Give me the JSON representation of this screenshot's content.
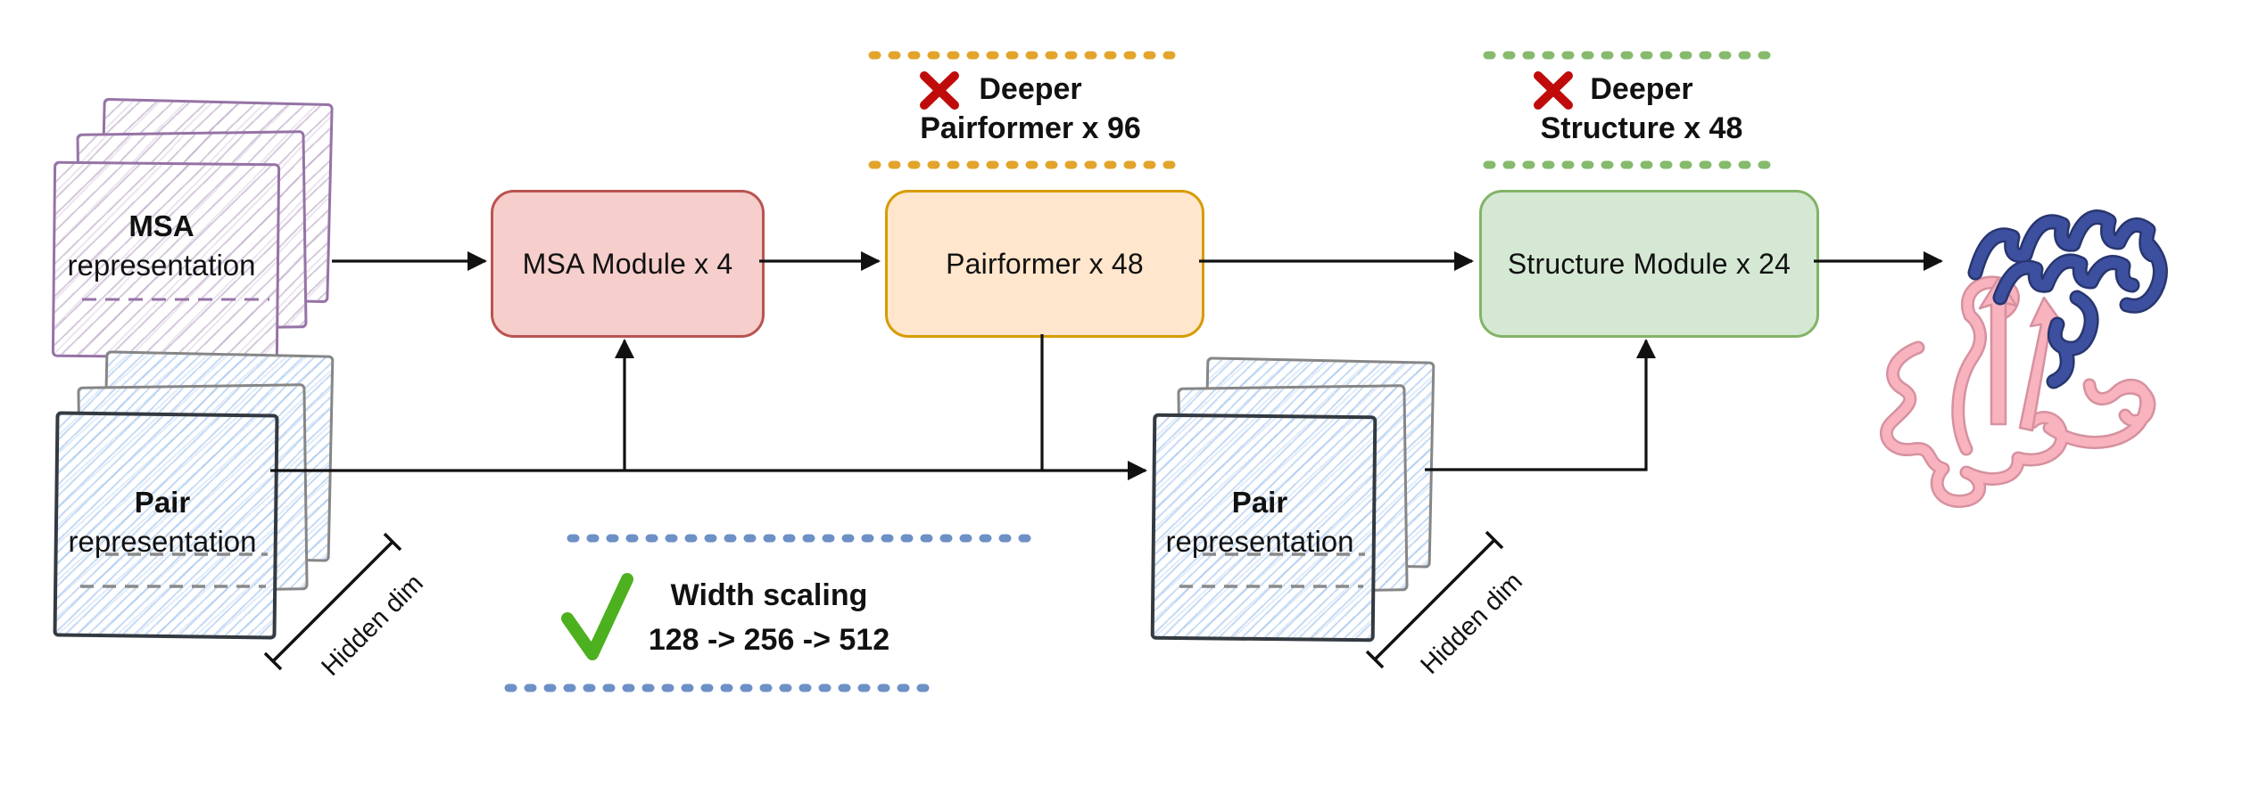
{
  "diagram": {
    "msa_stack": {
      "title": "MSA",
      "subtitle": "representation"
    },
    "pair_stack_left": {
      "title": "Pair",
      "subtitle": "representation"
    },
    "pair_stack_mid": {
      "title": "Pair",
      "subtitle": "representation"
    },
    "modules": {
      "msa": {
        "label": "MSA Module x 4"
      },
      "pairformer": {
        "label": "Pairformer x 48"
      },
      "structure": {
        "label": "Structure Module x 24"
      }
    },
    "annotations": {
      "deeper_pairformer": {
        "mark": "cross",
        "line1": "Deeper",
        "line2": "Pairformer x 96"
      },
      "deeper_structure": {
        "mark": "cross",
        "line1": "Deeper",
        "line2": "Structure x 48"
      },
      "width_scaling": {
        "mark": "check",
        "line1": "Width scaling",
        "line2": "128 -> 256 -> 512"
      }
    },
    "dimensions": {
      "left": "Hidden dim",
      "right": "Hidden dim"
    },
    "colors": {
      "msa_module_fill": "#f6cecc",
      "msa_module_border": "#b85450",
      "pairformer_fill": "#ffe6cc",
      "pairformer_border": "#d79b00",
      "structure_fill": "#d5e8d4",
      "structure_border": "#82b366",
      "msa_stack_border": "#9673a6",
      "pair_stack_front_border": "#343a41",
      "pair_stack_back_border": "#868686",
      "pair_hatch": "#79aae4",
      "reject_mark": "#c00b0b",
      "accept_mark": "#4db01e",
      "dots_pairformer": "#e2a42b",
      "dots_structure": "#86ba6c",
      "dots_width_scaling": "#6d90c6",
      "connector": "#111111",
      "protein_pink": "#f8b3bf",
      "protein_blue": "#3d4f9f"
    }
  }
}
